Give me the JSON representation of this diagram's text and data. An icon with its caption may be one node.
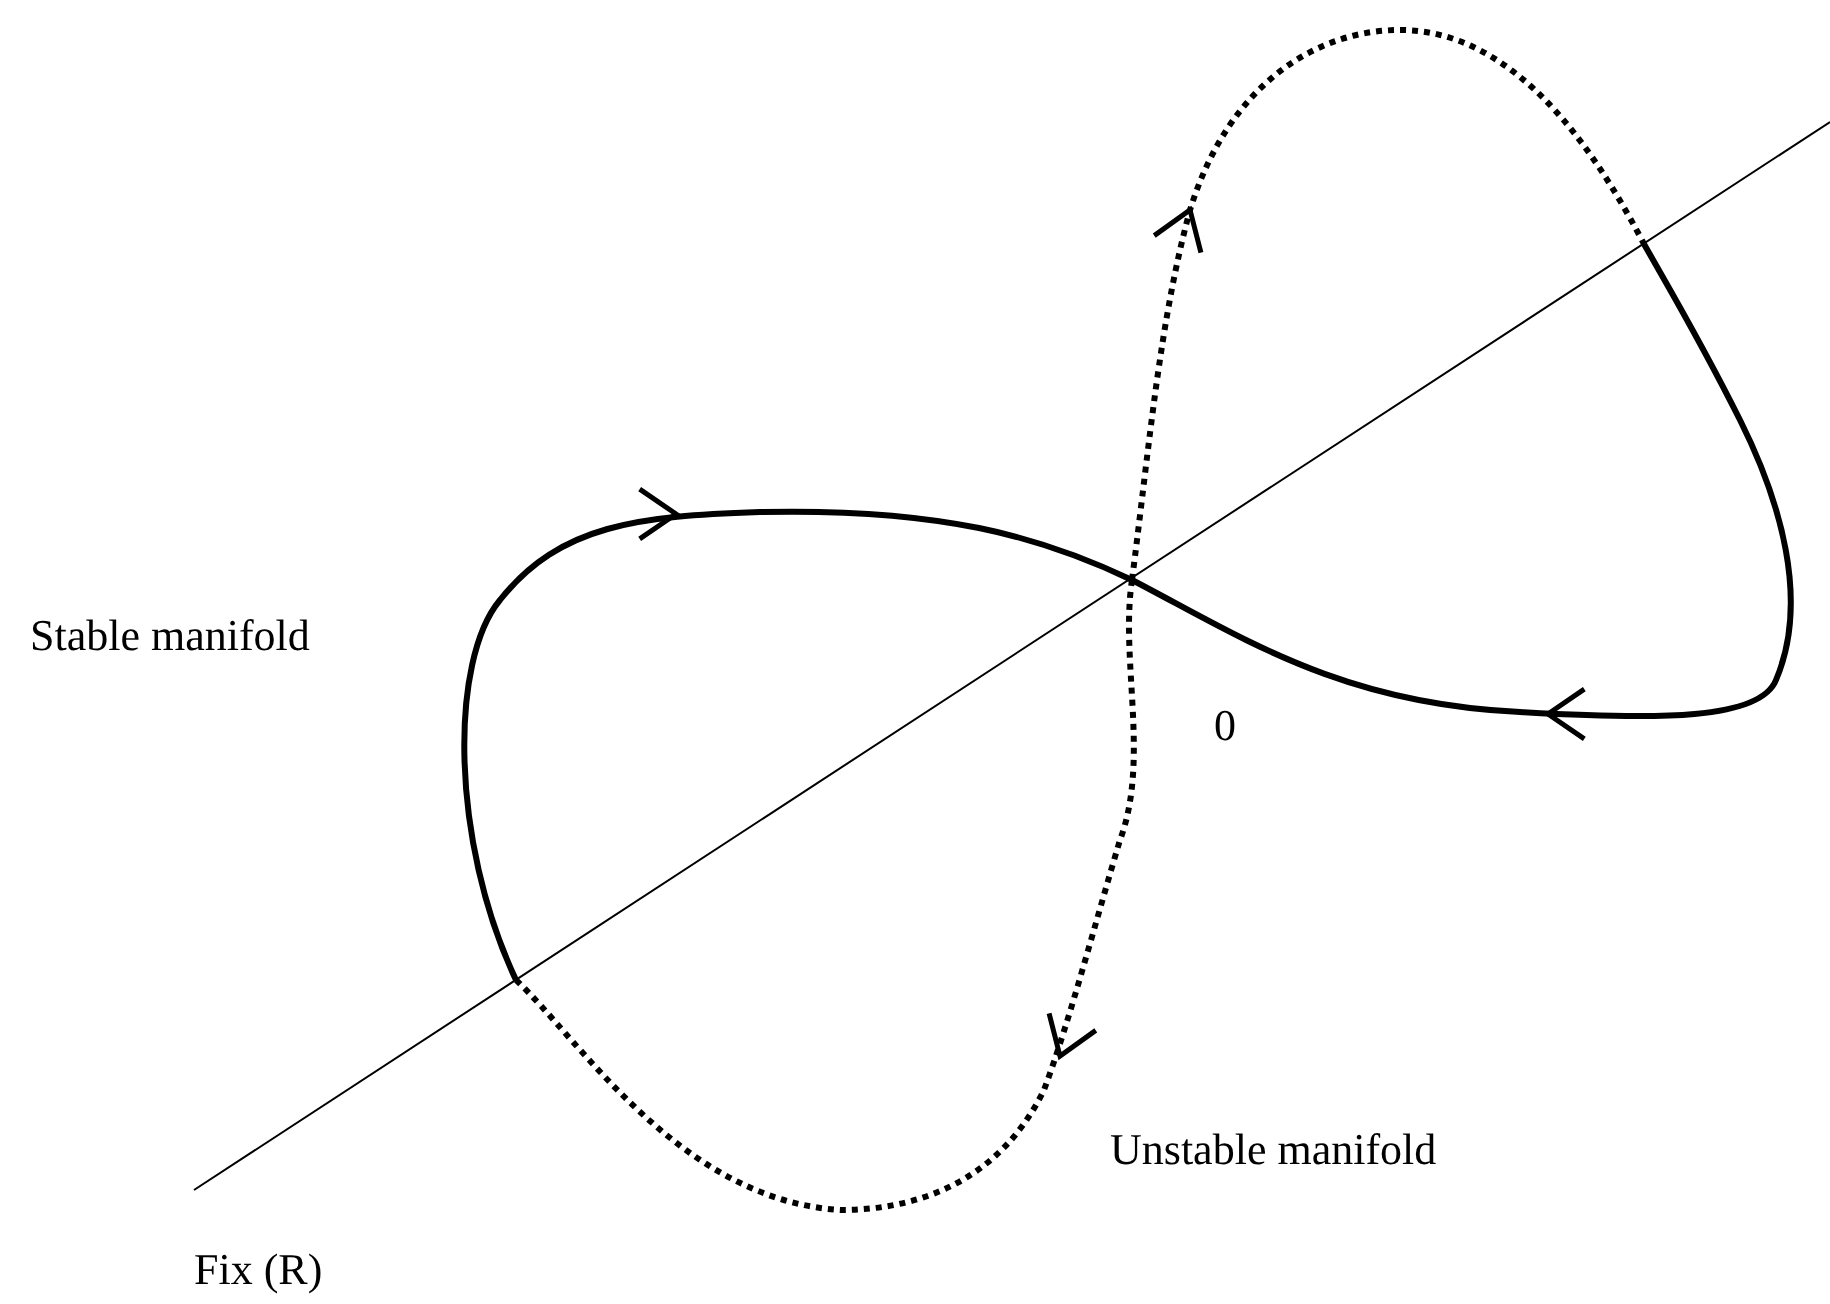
{
  "diagram": {
    "labels": [
      "Stable manifold",
      "0",
      "Unstable manifold",
      "Fix (R)"
    ]
  }
}
